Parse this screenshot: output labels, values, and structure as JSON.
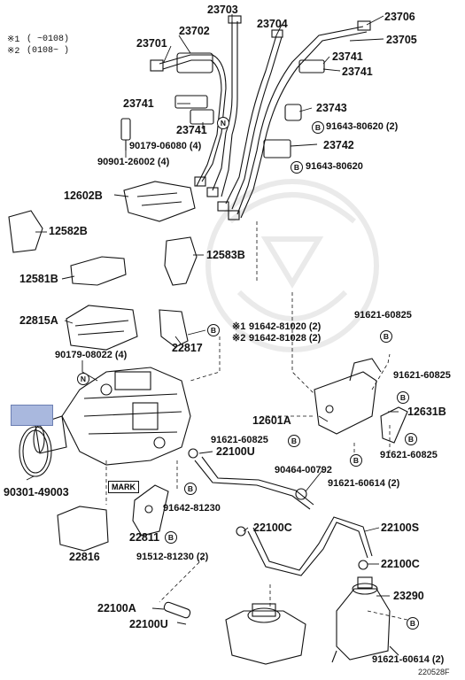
{
  "notes": {
    "n1_mark": "※1",
    "n1_text": "(      ~0108)",
    "n2_mark": "※2",
    "n2_text": "(0108~      )"
  },
  "labels": {
    "p23703": "23703",
    "p23704": "23704",
    "p23706": "23706",
    "p23701": "23701",
    "p23702": "23702",
    "p23705": "23705",
    "p23741a": "23741",
    "p23741b": "23741",
    "p23741c": "23741",
    "p23741d": "23741",
    "p23743": "23743",
    "p91643_80620_2": "91643-80620 (2)",
    "p90179_06080": "90179-06080 (4)",
    "p90901_26002": "90901-26002 (4)",
    "p23742": "23742",
    "p91643_80620": "91643-80620",
    "p12602B": "12602B",
    "p12582B": "12582B",
    "p12583B": "12583B",
    "p12581B": "12581B",
    "p22815A": "22815A",
    "p91642_81020": "91642-81020 (2)",
    "p91642_81028": "91642-81028 (2)",
    "p91621_60825a": "91621-60825",
    "p90179_08022": "90179-08022 (4)",
    "p22817": "22817",
    "p91621_60825b": "91621-60825",
    "p12601A": "12601A",
    "p12631B": "12631B",
    "p91621_60825c": "91621-60825",
    "p22100U_a": "22100U",
    "p91621_60825d": "91621-60825",
    "p90464_00792": "90464-00792",
    "p91621_60614_2a": "91621-60614 (2)",
    "p90301_49003": "90301-49003",
    "p91642_81230": "91642-81230",
    "p22100C_a": "22100C",
    "p22100S": "22100S",
    "p22811": "22811",
    "p91512_81230": "91512-81230 (2)",
    "p22816": "22816",
    "p22100C_b": "22100C",
    "p23290": "23290",
    "p22100A": "22100A",
    "p22100U_b": "22100U",
    "p91621_60614_2b": "91621-60614 (2)",
    "mark_label": "MARK",
    "ref_code": "220528F"
  },
  "symbols": {
    "b": "B",
    "n": "N",
    "star1": "※1",
    "star2": "※2"
  },
  "colors": {
    "ink": "#111111",
    "highlight": "#a9b8de"
  }
}
